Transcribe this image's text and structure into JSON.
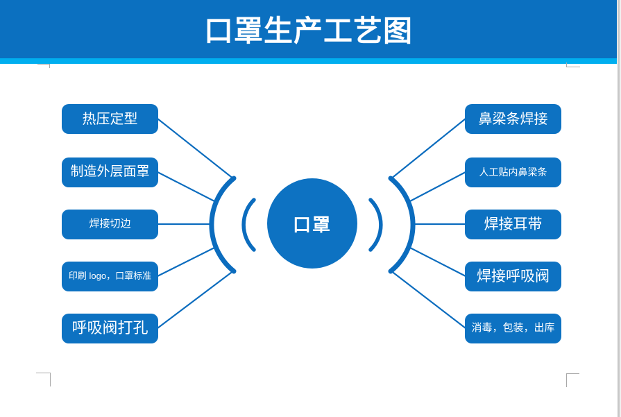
{
  "header": {
    "title": "口罩生产工艺图"
  },
  "diagram": {
    "center": {
      "label": "口罩"
    },
    "left_steps": [
      {
        "label": "热压定型"
      },
      {
        "label": "制造外层面罩"
      },
      {
        "label": "焊接切边"
      },
      {
        "label": "印刷 logo，口罩标准"
      },
      {
        "label": "呼吸阀打孔"
      }
    ],
    "right_steps": [
      {
        "label": "鼻梁条焊接"
      },
      {
        "label": "人工贴内鼻梁条"
      },
      {
        "label": "焊接耳带"
      },
      {
        "label": "焊接呼吸阀"
      },
      {
        "label": "消毒，包装，出库"
      }
    ]
  },
  "colors": {
    "header_blue": "#0b70c0",
    "accent_cyan": "#00aeef",
    "shape_blue": "#0d72c2",
    "line_blue": "#0b6cbe",
    "mark_gray": "#a9a9a9",
    "page_edge_gray": "#c8c8c8"
  }
}
